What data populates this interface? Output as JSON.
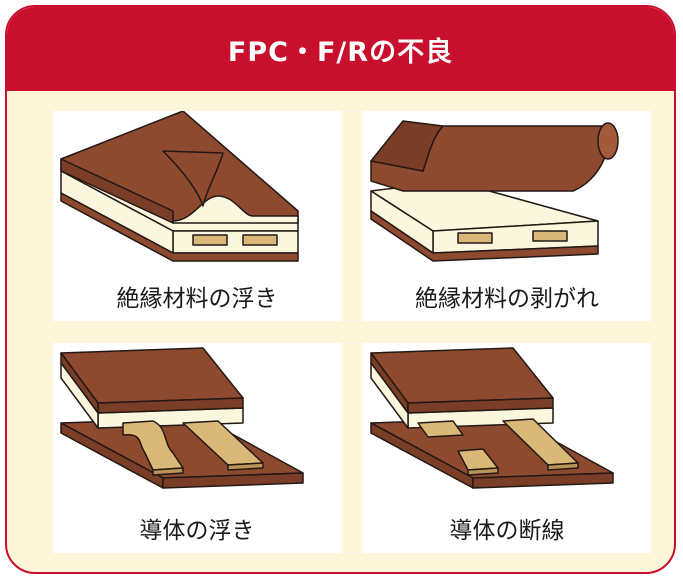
{
  "title": "FPC・F/Rの不良",
  "colors": {
    "header": "#c8102e",
    "background": "#fdf6d8",
    "insulation": "#8e4a2e",
    "conductor": "#d9b878",
    "base": "#fbf7df"
  },
  "panels": [
    {
      "caption": "絶縁材料の浮き"
    },
    {
      "caption": "絶縁材料の剥がれ"
    },
    {
      "caption": "導体の浮き"
    },
    {
      "caption": "導体の断線"
    }
  ]
}
